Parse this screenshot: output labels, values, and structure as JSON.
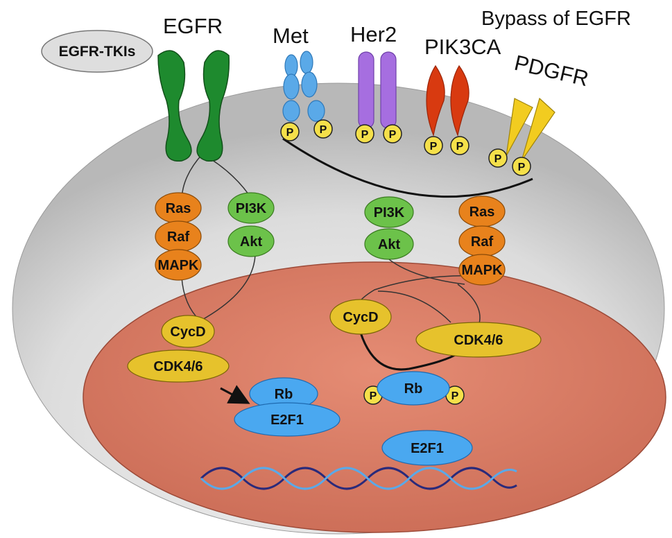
{
  "labels": {
    "egfr": "EGFR",
    "egfr_tkis": "EGFR-TKIs",
    "bypass": "Bypass of EGFR",
    "met": "Met",
    "her2": "Her2",
    "pik3ca": "PIK3CA",
    "pdgfr": "PDGFR"
  },
  "left_pathway": {
    "ras": "Ras",
    "raf": "Raf",
    "mapk": "MAPK",
    "pi3k": "PI3K",
    "akt": "Akt",
    "cycd": "CycD",
    "cdk": "CDK4/6",
    "rb": "Rb",
    "e2f1": "E2F1"
  },
  "right_pathway": {
    "pi3k": "PI3K",
    "akt": "Akt",
    "ras": "Ras",
    "raf": "Raf",
    "mapk": "MAPK",
    "cycd": "CycD",
    "cdk": "CDK4/6",
    "rb": "Rb",
    "e2f1": "E2F1"
  },
  "phospho": "P",
  "colors": {
    "egfr": "#1e8a2e",
    "met": "#5aa9e8",
    "her2": "#a66ee0",
    "pik3ca": "#d83a10",
    "pdgfr": "#f2cc20",
    "ras_raf_mapk": "#e8821c",
    "pi3k_akt": "#6cc24a",
    "cycd_cdk": "#e6c22c",
    "rb_e2f1": "#4aa8f0",
    "nucleus": "#d97a62",
    "phospho": "#f5e04a"
  }
}
